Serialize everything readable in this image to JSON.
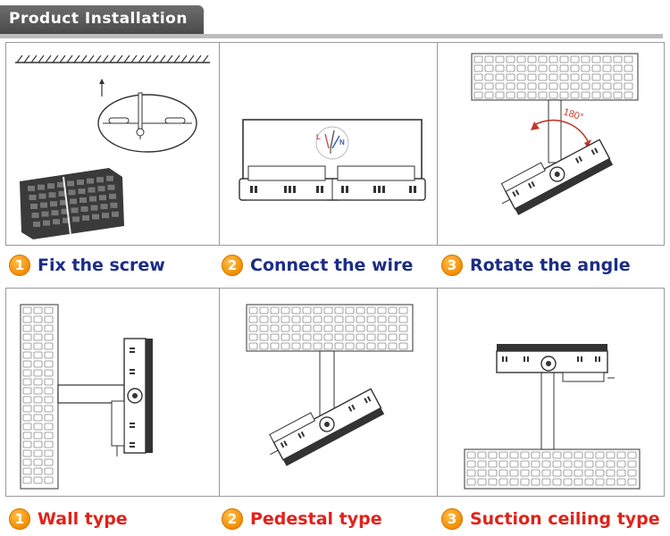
{
  "header": {
    "title": "Product Installation"
  },
  "steps": [
    {
      "num": "1",
      "label": "Fix the screw"
    },
    {
      "num": "2",
      "label": "Connect the wire"
    },
    {
      "num": "3",
      "label": "Rotate the angle"
    }
  ],
  "types": [
    {
      "num": "1",
      "label": "Wall type"
    },
    {
      "num": "2",
      "label": "Pedestal type"
    },
    {
      "num": "3",
      "label": "Suction ceiling type"
    }
  ],
  "diagram_labels": {
    "wire_L": "L",
    "wire_N": "N",
    "angle": "180°"
  },
  "colors": {
    "step_text": "#1c2d86",
    "type_text": "#e0221a",
    "badge": "#f39200",
    "header_bg": "#595959"
  }
}
